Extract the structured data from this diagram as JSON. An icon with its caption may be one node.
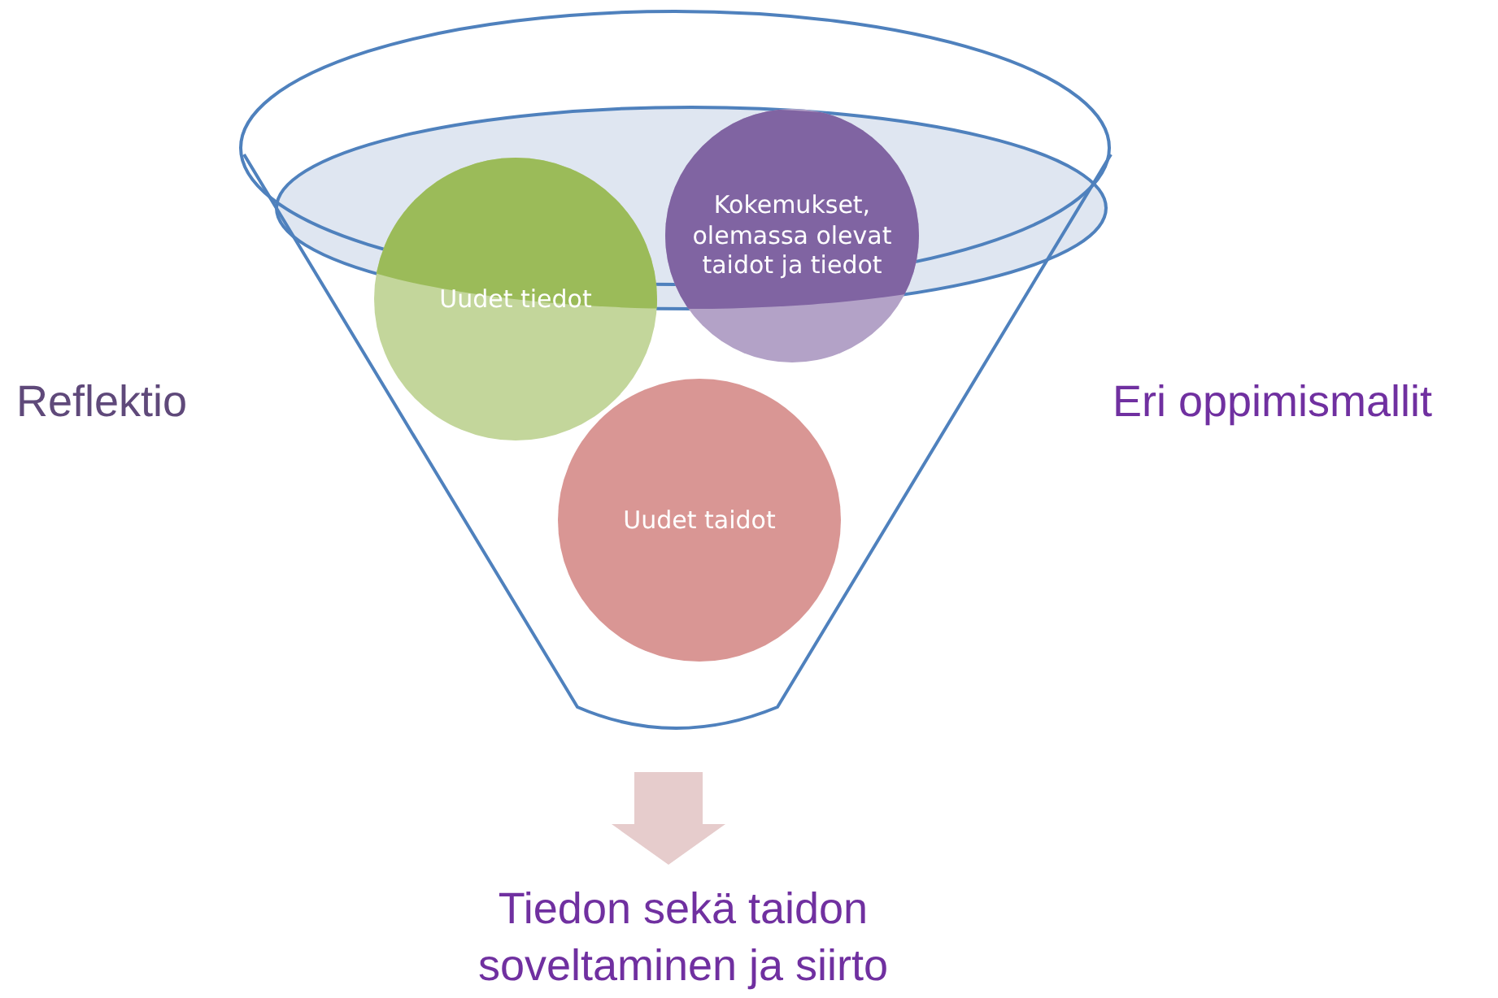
{
  "diagram": {
    "nodes": [
      {
        "text": [],
        "shape": "funnel"
      },
      {
        "text": [
          "Uudet tiedot"
        ],
        "in": 0
      },
      {
        "text": [
          "Kokemukset, olemassa olevat taidot ja tiedot"
        ],
        "in": 0
      },
      {
        "text": [
          "Uudet taidot"
        ],
        "in": 0
      },
      {
        "text": [
          "Tiedon sekä taidon soveltaminen ja siirto"
        ]
      }
    ],
    "edges": [
      {
        "from": 0,
        "to": 4,
        "arrow": "to",
        "style": "thick",
        "color": "#e6cccc"
      }
    ],
    "labels": [
      "Reflektio",
      "Eri oppimismallit"
    ]
  }
}
